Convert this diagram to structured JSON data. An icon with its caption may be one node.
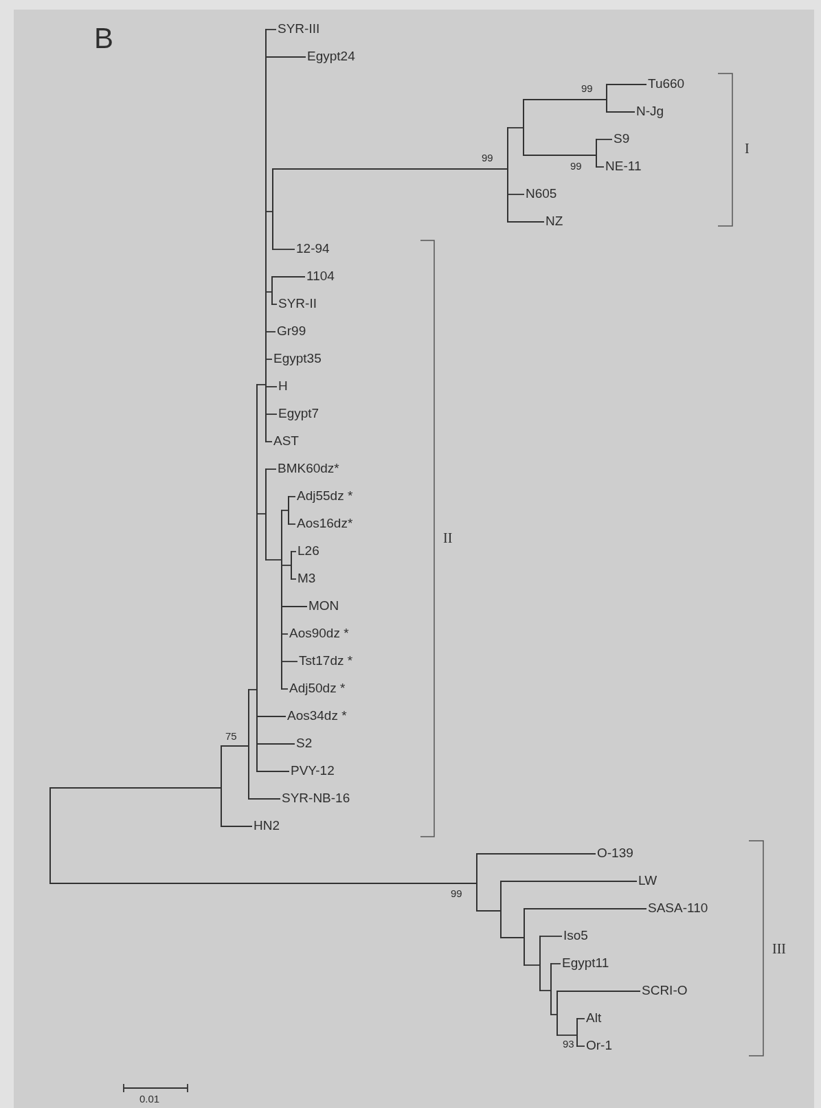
{
  "diagram": {
    "nodes": [
      {
        "text": [
          "SYR-III"
        ]
      },
      {
        "text": [
          "Egypt24"
        ]
      },
      {
        "text": [
          "Tu660"
        ]
      },
      {
        "text": [
          "N-Jg"
        ]
      },
      {
        "text": [
          "S9"
        ]
      },
      {
        "text": [
          "NE-11"
        ]
      },
      {
        "text": [
          "N605"
        ]
      },
      {
        "text": [
          "NZ"
        ]
      },
      {
        "text": [
          "12-94"
        ]
      },
      {
        "text": [
          "1104"
        ]
      },
      {
        "text": [
          "SYR-II"
        ]
      },
      {
        "text": [
          "Gr99"
        ]
      },
      {
        "text": [
          "Egypt35"
        ]
      },
      {
        "text": [
          "H"
        ]
      },
      {
        "text": [
          "Egypt7"
        ]
      },
      {
        "text": [
          "AST"
        ]
      },
      {
        "text": [
          "BMK60dz*"
        ]
      },
      {
        "text": [
          "Adj55dz *"
        ]
      },
      {
        "text": [
          "Aos16dz*"
        ]
      },
      {
        "text": [
          "L26"
        ]
      },
      {
        "text": [
          "M3"
        ]
      },
      {
        "text": [
          "MON"
        ]
      },
      {
        "text": [
          "Aos90dz *"
        ]
      },
      {
        "text": [
          "Tst17dz *"
        ]
      },
      {
        "text": [
          "Adj50dz *"
        ]
      },
      {
        "text": [
          "Aos34dz *"
        ]
      },
      {
        "text": [
          "S2"
        ]
      },
      {
        "text": [
          "PVY-12"
        ]
      },
      {
        "text": [
          "SYR-NB-16"
        ]
      },
      {
        "text": [
          "HN2"
        ]
      },
      {
        "text": [
          "O-139"
        ]
      },
      {
        "text": [
          "LW"
        ]
      },
      {
        "text": [
          "SASA-110"
        ]
      },
      {
        "text": [
          "Iso5"
        ]
      },
      {
        "text": [
          "Egypt11"
        ]
      },
      {
        "text": [
          "SCRI-O"
        ]
      },
      {
        "text": [
          "Alt"
        ]
      },
      {
        "text": [
          "Or-1"
        ]
      },
      {
        "text": [],
        "shape": "bar"
      },
      {
        "text": [],
        "shape": "bar"
      },
      {
        "text": [],
        "shape": "bar",
        "beside": [
          "75"
        ]
      },
      {
        "text": [],
        "shape": "bar"
      },
      {
        "text": [],
        "shape": "bar"
      },
      {
        "text": [],
        "shape": "bar"
      },
      {
        "text": [],
        "shape": "bar"
      },
      {
        "text": [],
        "shape": "bar"
      },
      {
        "text": [],
        "shape": "bar"
      },
      {
        "text": [],
        "shape": "bar"
      },
      {
        "text": [],
        "shape": "bar"
      },
      {
        "text": [],
        "shape": "bar",
        "beside": [
          "99"
        ]
      },
      {
        "text": [],
        "shape": "bar"
      },
      {
        "text": [],
        "shape": "bar",
        "beside": [
          "99"
        ]
      },
      {
        "text": [],
        "shape": "bar",
        "beside": [
          "99"
        ]
      },
      {
        "text": [],
        "shape": "bar",
        "beside": [
          "99"
        ]
      },
      {
        "text": [],
        "shape": "bar"
      },
      {
        "text": [],
        "shape": "bar"
      },
      {
        "text": [],
        "shape": "bar"
      },
      {
        "text": [],
        "shape": "bar"
      },
      {
        "text": [],
        "shape": "bar"
      },
      {
        "text": [],
        "shape": "bar",
        "beside": [
          "93"
        ]
      }
    ],
    "edges": [
      {
        "from": 38,
        "to": 39,
        "arrow": "none"
      },
      {
        "from": 38,
        "to": 53,
        "arrow": "none"
      },
      {
        "from": 39,
        "to": 40,
        "arrow": "none"
      },
      {
        "from": 39,
        "to": 29,
        "arrow": "none"
      },
      {
        "from": 40,
        "to": 41,
        "arrow": "none"
      },
      {
        "from": 40,
        "to": 28,
        "arrow": "none"
      },
      {
        "from": 41,
        "to": 42,
        "arrow": "none"
      },
      {
        "from": 41,
        "to": 45,
        "arrow": "none"
      },
      {
        "from": 41,
        "to": 25,
        "arrow": "none"
      },
      {
        "from": 41,
        "to": 26,
        "arrow": "none"
      },
      {
        "from": 41,
        "to": 27,
        "arrow": "none"
      },
      {
        "from": 42,
        "to": 0,
        "arrow": "none"
      },
      {
        "from": 42,
        "to": 1,
        "arrow": "none"
      },
      {
        "from": 42,
        "to": 43,
        "arrow": "none"
      },
      {
        "from": 42,
        "to": 44,
        "arrow": "none"
      },
      {
        "from": 42,
        "to": 11,
        "arrow": "none"
      },
      {
        "from": 42,
        "to": 12,
        "arrow": "none"
      },
      {
        "from": 42,
        "to": 13,
        "arrow": "none"
      },
      {
        "from": 42,
        "to": 14,
        "arrow": "none"
      },
      {
        "from": 42,
        "to": 15,
        "arrow": "none"
      },
      {
        "from": 43,
        "to": 49,
        "arrow": "none"
      },
      {
        "from": 43,
        "to": 8,
        "arrow": "none"
      },
      {
        "from": 44,
        "to": 9,
        "arrow": "none"
      },
      {
        "from": 44,
        "to": 10,
        "arrow": "none"
      },
      {
        "from": 45,
        "to": 16,
        "arrow": "none"
      },
      {
        "from": 45,
        "to": 46,
        "arrow": "none"
      },
      {
        "from": 46,
        "to": 47,
        "arrow": "none"
      },
      {
        "from": 46,
        "to": 48,
        "arrow": "none"
      },
      {
        "from": 46,
        "to": 21,
        "arrow": "none"
      },
      {
        "from": 46,
        "to": 22,
        "arrow": "none"
      },
      {
        "from": 46,
        "to": 23,
        "arrow": "none"
      },
      {
        "from": 46,
        "to": 24,
        "arrow": "none"
      },
      {
        "from": 47,
        "to": 17,
        "arrow": "none"
      },
      {
        "from": 47,
        "to": 18,
        "arrow": "none"
      },
      {
        "from": 48,
        "to": 19,
        "arrow": "none"
      },
      {
        "from": 48,
        "to": 20,
        "arrow": "none"
      },
      {
        "from": 49,
        "to": 50,
        "arrow": "none"
      },
      {
        "from": 49,
        "to": 6,
        "arrow": "none"
      },
      {
        "from": 49,
        "to": 7,
        "arrow": "none"
      },
      {
        "from": 50,
        "to": 51,
        "arrow": "none"
      },
      {
        "from": 50,
        "to": 52,
        "arrow": "none"
      },
      {
        "from": 51,
        "to": 2,
        "arrow": "none"
      },
      {
        "from": 51,
        "to": 3,
        "arrow": "none"
      },
      {
        "from": 52,
        "to": 4,
        "arrow": "none"
      },
      {
        "from": 52,
        "to": 5,
        "arrow": "none"
      },
      {
        "from": 53,
        "to": 30,
        "arrow": "none"
      },
      {
        "from": 53,
        "to": 54,
        "arrow": "none"
      },
      {
        "from": 54,
        "to": 31,
        "arrow": "none"
      },
      {
        "from": 54,
        "to": 55,
        "arrow": "none"
      },
      {
        "from": 55,
        "to": 32,
        "arrow": "none"
      },
      {
        "from": 55,
        "to": 56,
        "arrow": "none"
      },
      {
        "from": 56,
        "to": 33,
        "arrow": "none"
      },
      {
        "from": 56,
        "to": 57,
        "arrow": "none"
      },
      {
        "from": 57,
        "to": 34,
        "arrow": "none"
      },
      {
        "from": 57,
        "to": 58,
        "arrow": "none"
      },
      {
        "from": 58,
        "to": 35,
        "arrow": "none"
      },
      {
        "from": 58,
        "to": 59,
        "arrow": "none"
      },
      {
        "from": 59,
        "to": 36,
        "arrow": "none"
      },
      {
        "from": 59,
        "to": 37,
        "arrow": "none"
      }
    ],
    "labels": [
      "B",
      "I",
      "II",
      "III",
      "0.01"
    ]
  }
}
